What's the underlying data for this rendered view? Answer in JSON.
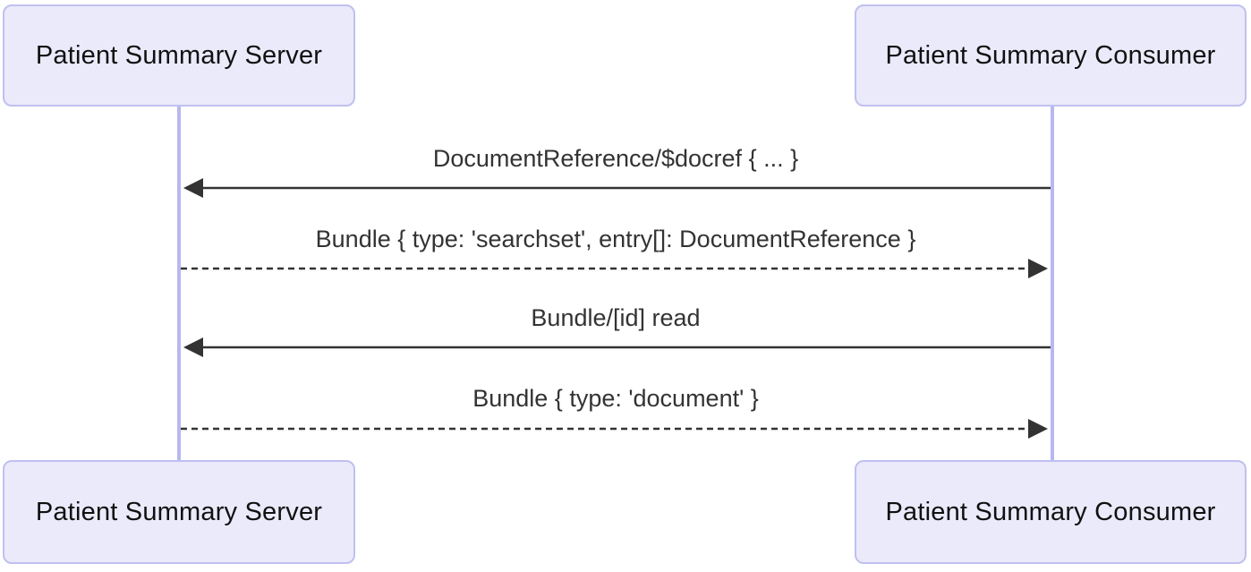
{
  "diagram": {
    "type": "sequence",
    "actors": {
      "server": {
        "label": "Patient Summary Server"
      },
      "consumer": {
        "label": "Patient Summary Consumer"
      }
    },
    "messages": [
      {
        "from": "consumer",
        "to": "server",
        "line": "solid",
        "direction": "left",
        "label": "DocumentReference/$docref { ... }"
      },
      {
        "from": "server",
        "to": "consumer",
        "line": "dashed",
        "direction": "right",
        "label": "Bundle { type: 'searchset', entry[]: DocumentReference }"
      },
      {
        "from": "consumer",
        "to": "server",
        "line": "solid",
        "direction": "left",
        "label": "Bundle/[id] read"
      },
      {
        "from": "server",
        "to": "consumer",
        "line": "dashed",
        "direction": "right",
        "label": "Bundle { type: 'document' }"
      }
    ],
    "colors": {
      "actor_fill": "#EAEAFB",
      "actor_border": "#C0C0F0",
      "lifeline": "#B8B8F0",
      "message_line": "#333333",
      "message_text": "#333333",
      "actor_text": "#111111",
      "background": "#FFFFFF"
    }
  }
}
